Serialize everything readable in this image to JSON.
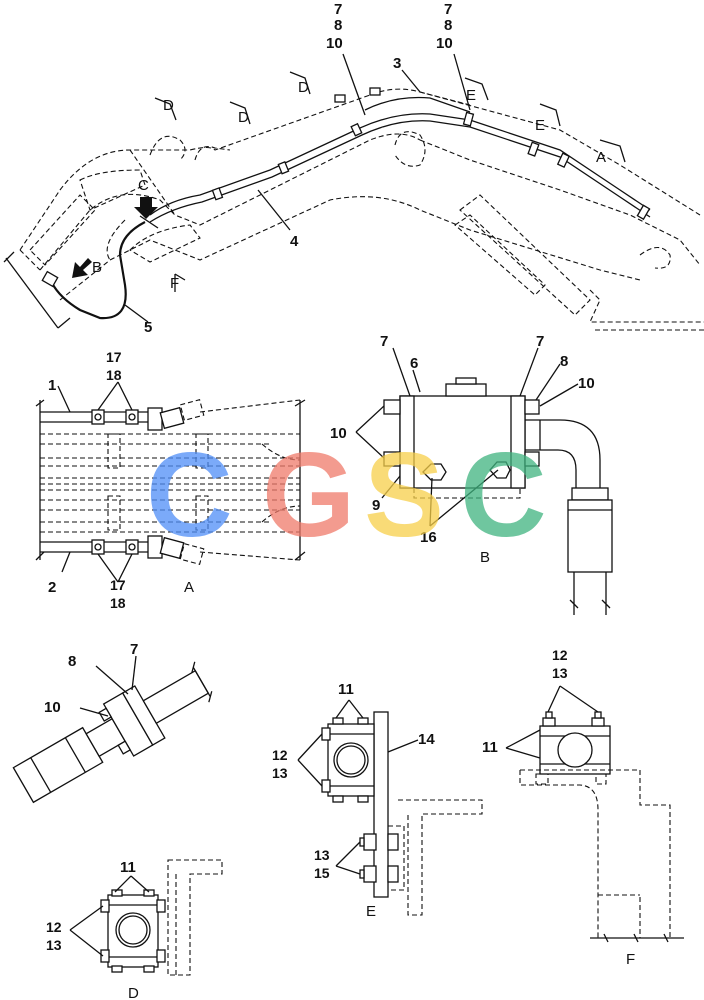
{
  "callouts": {
    "top_left_stack": [
      "7",
      "8",
      "10"
    ],
    "top_right_stack": [
      "7",
      "8",
      "10"
    ],
    "n1": "1",
    "n2": "2",
    "n3": "3",
    "n4": "4",
    "n5": "5",
    "n6": "6",
    "n7": "7",
    "n8": "8",
    "n9": "9",
    "n10": "10",
    "n11": "11",
    "n12": "12",
    "n13": "13",
    "n14": "14",
    "n15": "15",
    "n16": "16",
    "n17": "17",
    "n18": "18"
  },
  "views": {
    "A": "A",
    "B": "B",
    "C": "C",
    "D": "D",
    "E": "E",
    "F": "F"
  },
  "watermark": {
    "letters": [
      "C",
      "G",
      "S",
      "C"
    ],
    "colors": [
      "#4f8ef7",
      "#f07a6a",
      "#f7cf4a",
      "#3fb37f"
    ]
  }
}
